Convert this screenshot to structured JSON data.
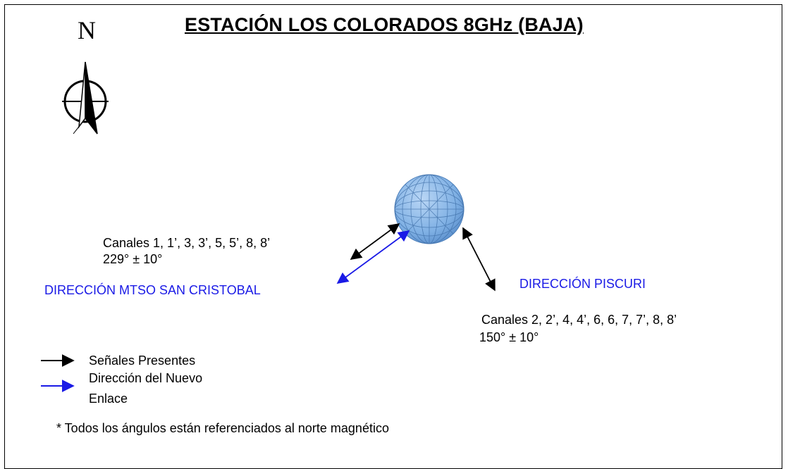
{
  "title": "ESTACIÓN LOS COLORADOS 8GHz (BAJA)",
  "compass": {
    "north_label": "N"
  },
  "left_link": {
    "channels": "Canales  1, 1’, 3, 3’, 5, 5’, 8, 8’",
    "angle": "229° ±  10°",
    "direction": "DIRECCIÓN MTSO SAN CRISTOBAL"
  },
  "right_link": {
    "direction": "DIRECCIÓN PISCURI",
    "channels": "Canales 2, 2’, 4, 4’, 6, 6, 7, 7’, 8, 8’",
    "angle": "150° ±  10°"
  },
  "legend": {
    "present": "Señales Presentes",
    "new_link_line1": "Dirección del Nuevo",
    "new_link_line2": "Enlace"
  },
  "footnote": "* Todos los ángulos están referenciados al norte magnético",
  "colors": {
    "present_arrow": "#000000",
    "new_link_arrow": "#1a1ae6",
    "globe": "#8ab6e6"
  }
}
